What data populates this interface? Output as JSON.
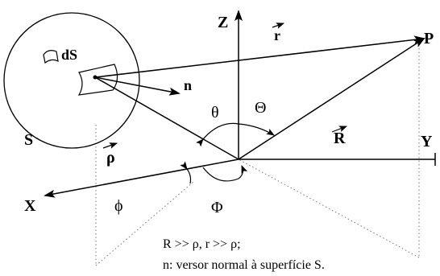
{
  "labels": {
    "z_axis": "Z",
    "y_axis": "Y",
    "x_axis": "X",
    "surface": "S",
    "surface_element": "dS",
    "normal": "n",
    "point": "P",
    "vec_r": "r",
    "vec_R": "R",
    "vec_rho": "ρ",
    "theta_small": "θ",
    "theta_big": "Θ",
    "phi_small": "ϕ",
    "phi_big": "Φ"
  },
  "caption": {
    "line1": "R >> ρ,  r >> ρ;",
    "line2": "n: versor normal à superfície S."
  }
}
